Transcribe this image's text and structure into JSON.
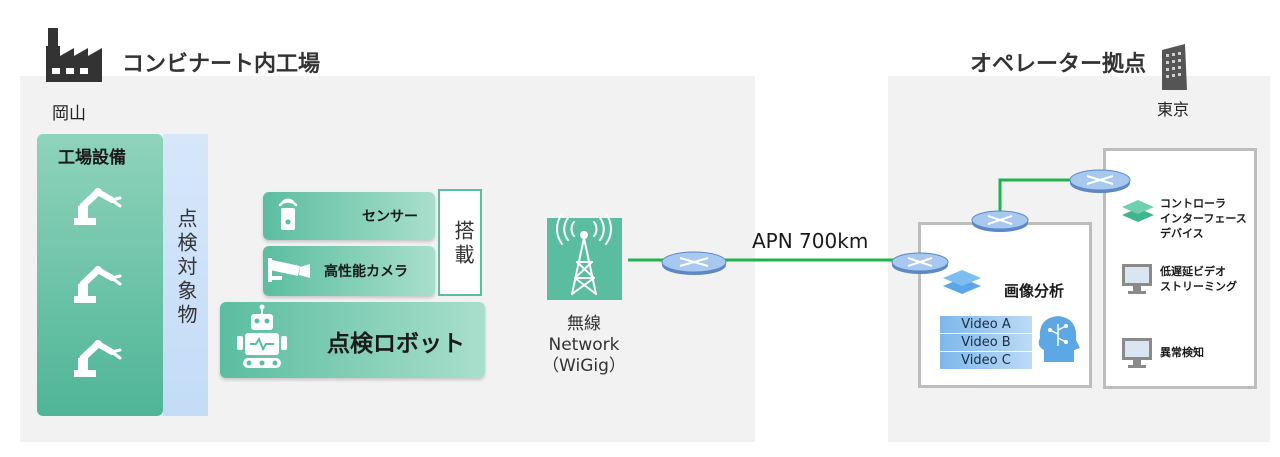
{
  "factory": {
    "title": "コンビナート内工場",
    "location": "岡山",
    "equipment_title": "工場設備",
    "target_label": "点検対象物",
    "mount_label": "搭載",
    "modules": [
      {
        "label": "センサー",
        "icon": "wifi-sensor-icon"
      },
      {
        "label": "高性能カメラ",
        "icon": "security-camera-icon"
      },
      {
        "label": "点検ロボット",
        "icon": "robot-icon"
      }
    ]
  },
  "network": {
    "tower_label_line1": "無線",
    "tower_label_line2": "Network",
    "tower_label_line3": "（WiGig）",
    "link_label": "APN 700km"
  },
  "operator": {
    "title": "オペレーター拠点",
    "location": "東京",
    "analysis_title": "画像分析",
    "videos": [
      "Video A",
      "Video B",
      "Video C"
    ],
    "controller_line1": "コントローラ",
    "controller_line2": "インターフェース",
    "controller_line3": "デバイス",
    "streaming_line1": "低遅延ビデオ",
    "streaming_line2": "ストリーミング",
    "anomaly_label": "異常検知"
  },
  "colors": {
    "accent_green": "#22b24c",
    "module_green": "#5bbd9f",
    "router_blue": "#8ab4e6",
    "panel_gray": "#f2f2f2"
  }
}
